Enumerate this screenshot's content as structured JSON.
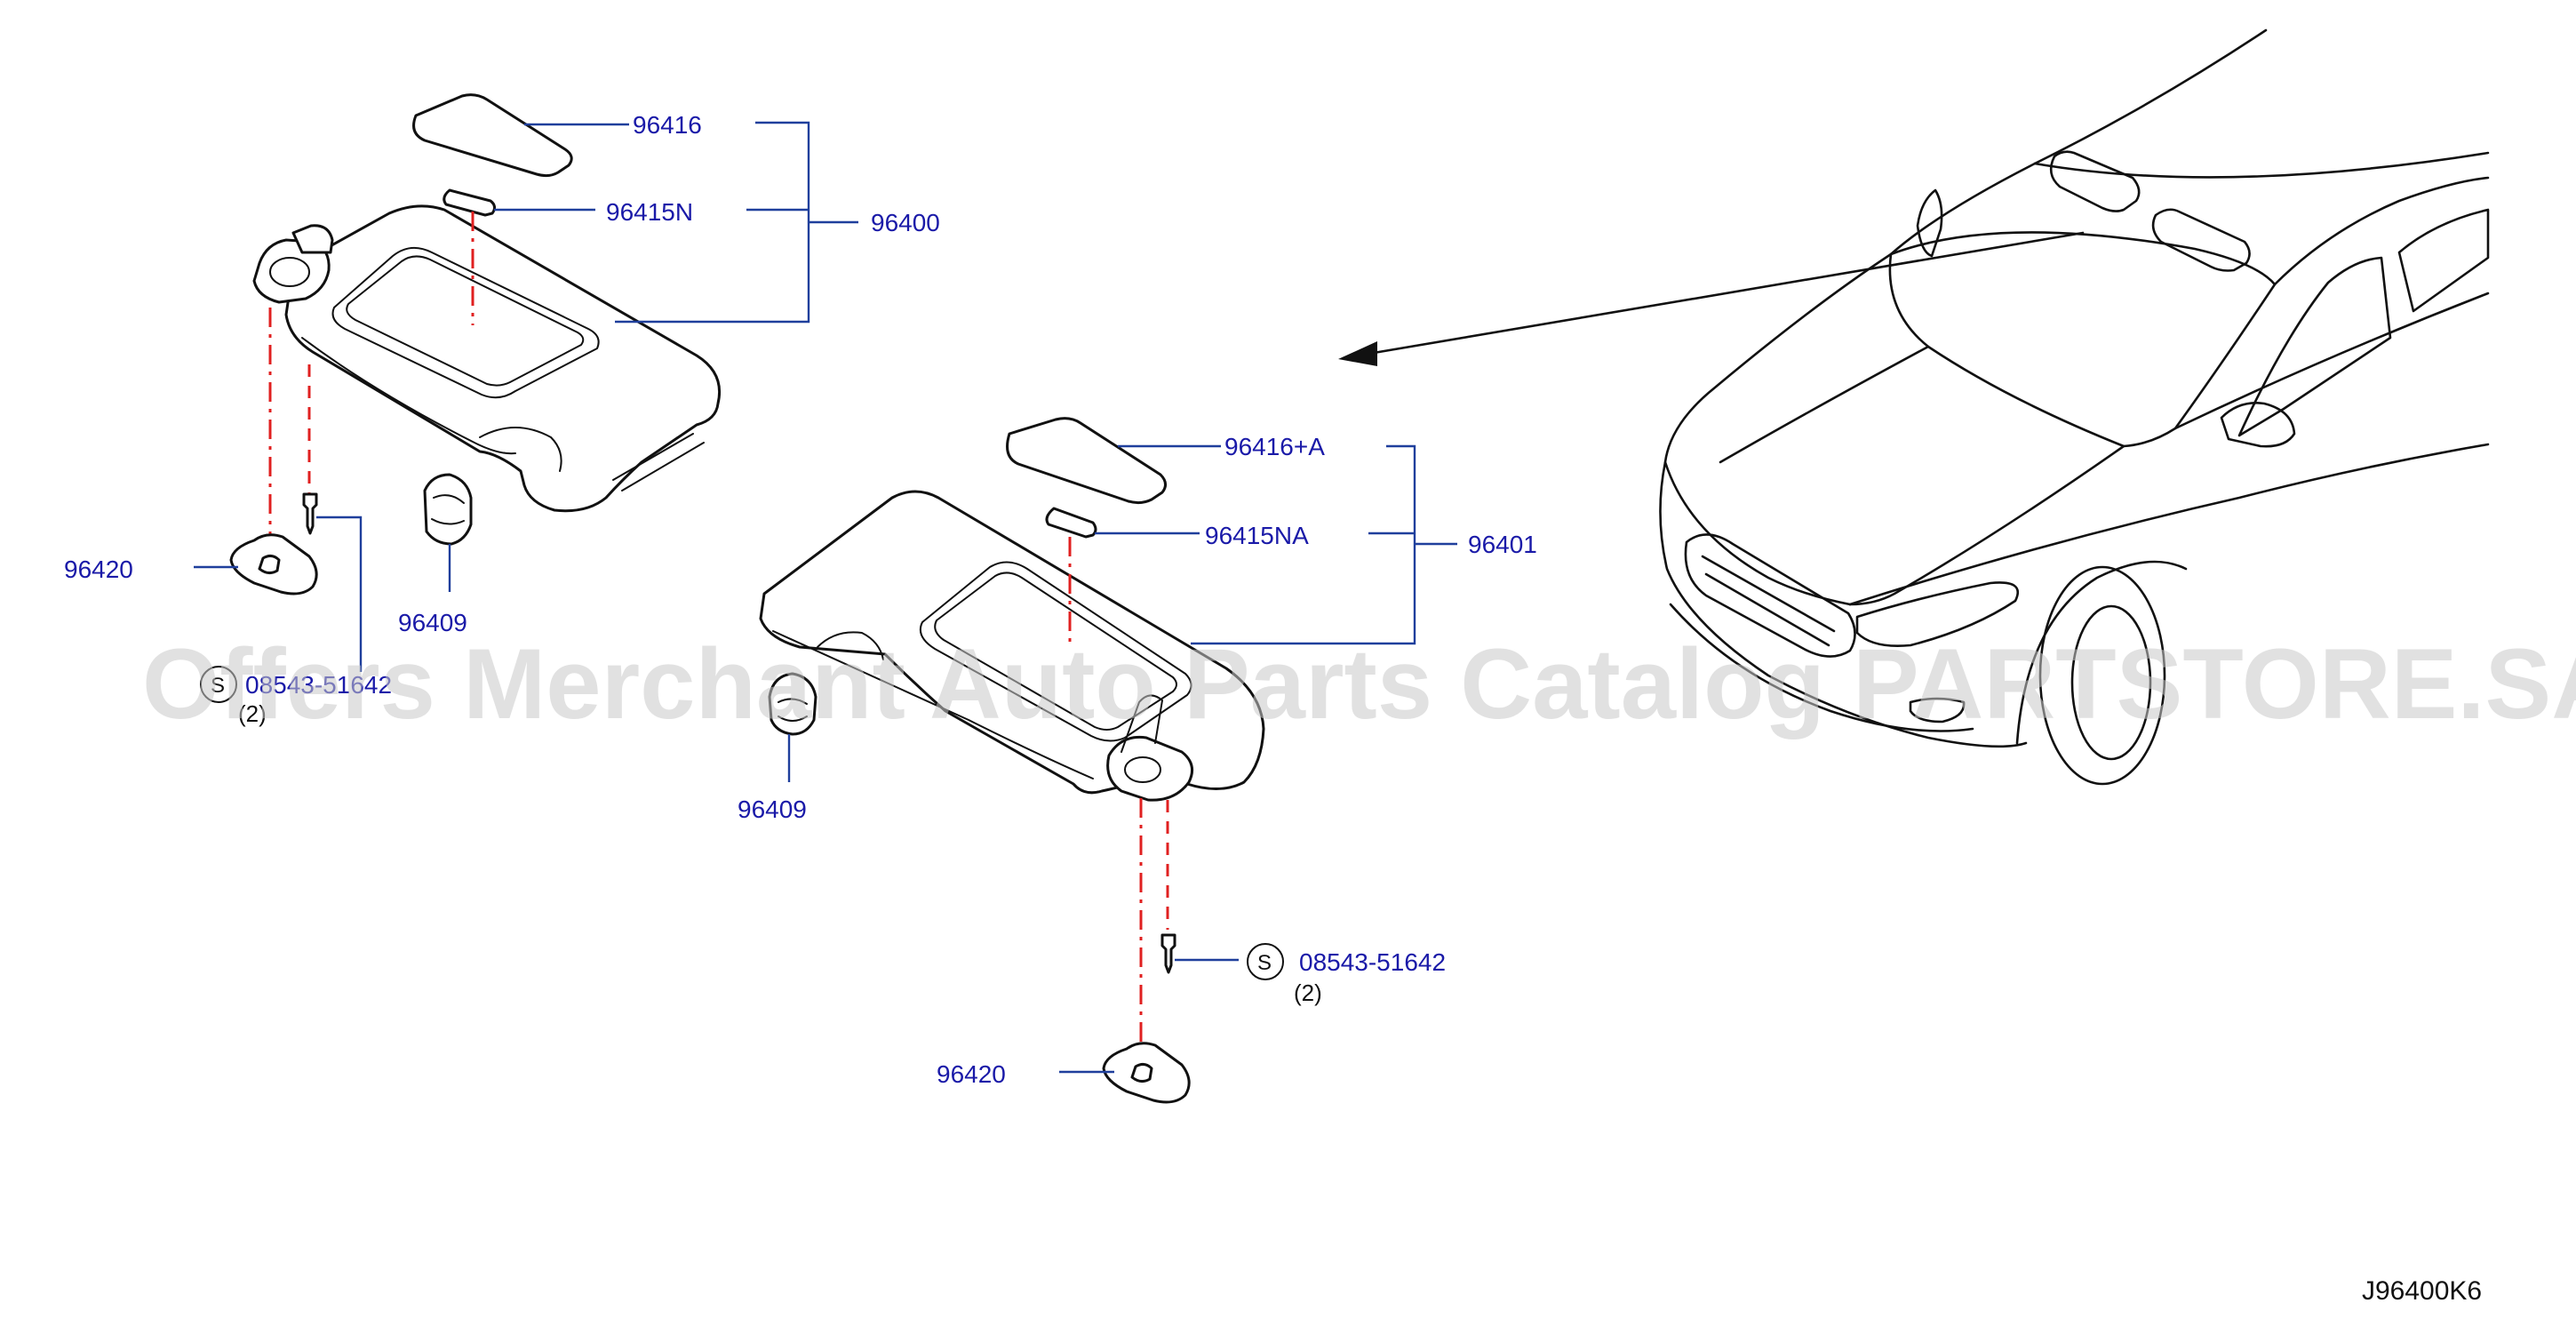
{
  "labels": {
    "sun_shade_mirror_left": "96416",
    "lamp_bulb_left": "96415N",
    "sun_visor_assy_left": "96400",
    "clip_left": "96420",
    "holder_left": "96409",
    "screw_code_left": "08543-51642",
    "screw_qty_left": "(2)",
    "sun_shade_mirror_right": "96416+A",
    "lamp_bulb_right": "96415NA",
    "sun_visor_assy_right": "96401",
    "holder_right": "96409",
    "screw_code_right": "08543-51642",
    "screw_qty_right": "(2)",
    "clip_right": "96420"
  },
  "symbol_letter": "S",
  "diagram_code": "J96400K6",
  "watermark": "Offers Merchant Auto Parts Catalog PARTSTORE.SA",
  "colors": {
    "label_blue": "#1a1aa8",
    "leader_blue": "#1f3f9c",
    "center_line_red": "#e02020",
    "outline_black": "#111111"
  }
}
